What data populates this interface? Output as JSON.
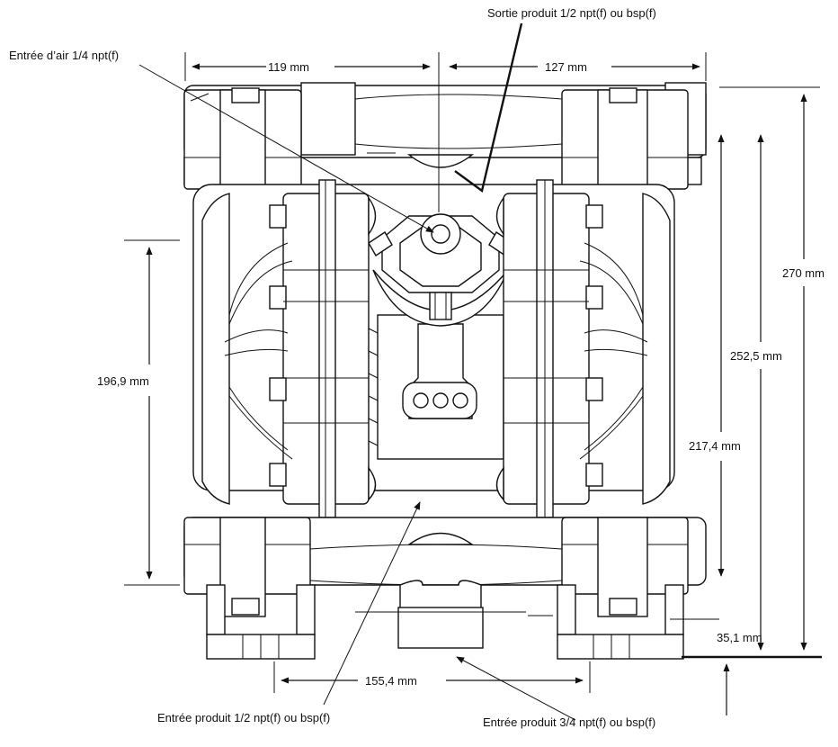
{
  "callouts": {
    "outlet": "Sortie produit 1/2 npt(f) ou bsp(f)",
    "air_inlet": "Entrée d’air 1/4 npt(f)",
    "inlet_half": "Entrée produit 1/2 npt(f) ou bsp(f)",
    "inlet_three_quarter": "Entrée produit 3/4 npt(f) ou bsp(f)"
  },
  "dimensions": {
    "left_width": "119 mm",
    "right_width": "127 mm",
    "bottom_width": "155,4 mm",
    "left_height": "196,9 mm",
    "total_height": "270 mm",
    "height_252": "252,5 mm",
    "height_217": "217,4 mm",
    "base_height": "35,1 mm"
  },
  "colors": {
    "ink": "#111111",
    "paper": "#ffffff"
  }
}
